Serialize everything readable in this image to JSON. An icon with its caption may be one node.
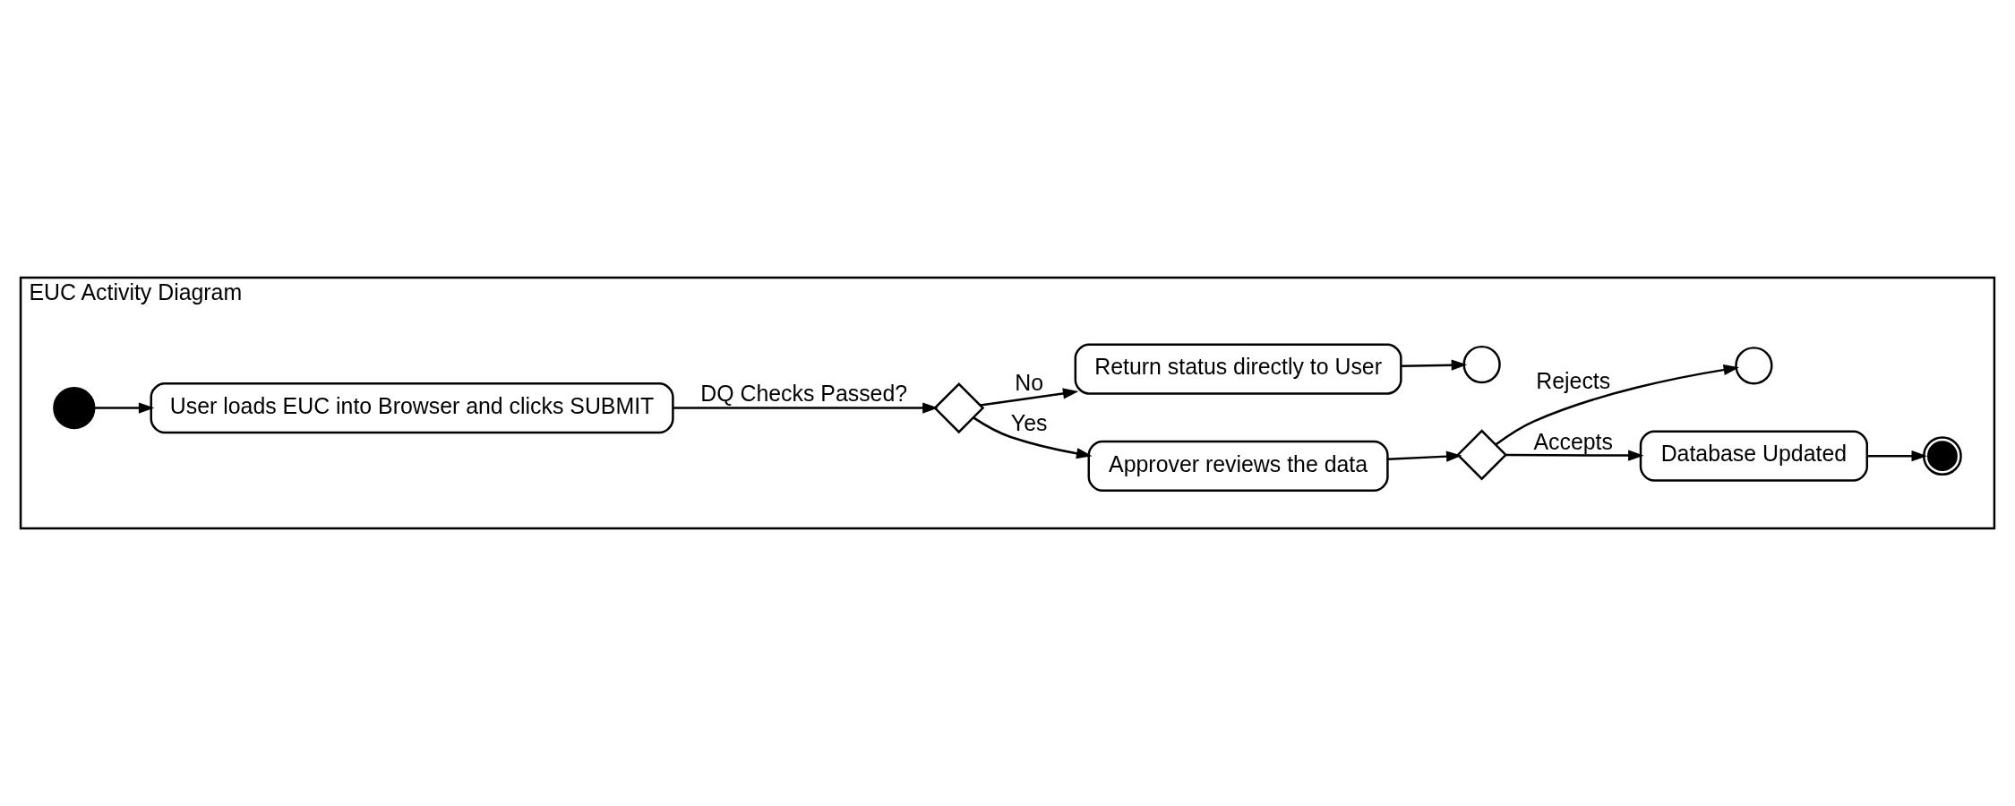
{
  "diagram": {
    "nodes": [
      {
        "text": [
          "EUC Activity Diagram"
        ]
      },
      {
        "text": [],
        "shape": "circle",
        "in": 0
      },
      {
        "text": [
          "User loads EUC into Browser and clicks SUBMIT"
        ],
        "in": 0
      },
      {
        "text": [],
        "shape": "diamond",
        "in": 0
      },
      {
        "text": [
          "Approver reviews the data"
        ],
        "in": 0
      },
      {
        "text": [],
        "shape": "diamond",
        "in": 0
      },
      {
        "text": [
          "Database Updated"
        ],
        "in": 0
      },
      {
        "text": [],
        "shape": "circle",
        "in": 0
      },
      {
        "text": [
          "Return status directly to User"
        ],
        "in": 0
      },
      {
        "text": [],
        "shape": "circle",
        "in": 0
      },
      {
        "text": [],
        "shape": "circle",
        "in": 0
      }
    ],
    "edges": [
      {
        "from": 1,
        "to": 2,
        "arrow": "to"
      },
      {
        "from": 2,
        "to": 3,
        "arrow": "to",
        "label": "DQ Checks Passed?"
      },
      {
        "from": 3,
        "to": 4,
        "arrow": "to",
        "label": "Yes"
      },
      {
        "from": 3,
        "to": 8,
        "arrow": "to",
        "label": "No"
      },
      {
        "from": 8,
        "to": 9,
        "arrow": "to"
      },
      {
        "from": 4,
        "to": 5,
        "arrow": "to"
      },
      {
        "from": 5,
        "to": 6,
        "arrow": "to",
        "label": "Accepts"
      },
      {
        "from": 5,
        "to": 10,
        "arrow": "to",
        "label": "Rejects"
      },
      {
        "from": 6,
        "to": 7,
        "arrow": "to"
      }
    ]
  }
}
